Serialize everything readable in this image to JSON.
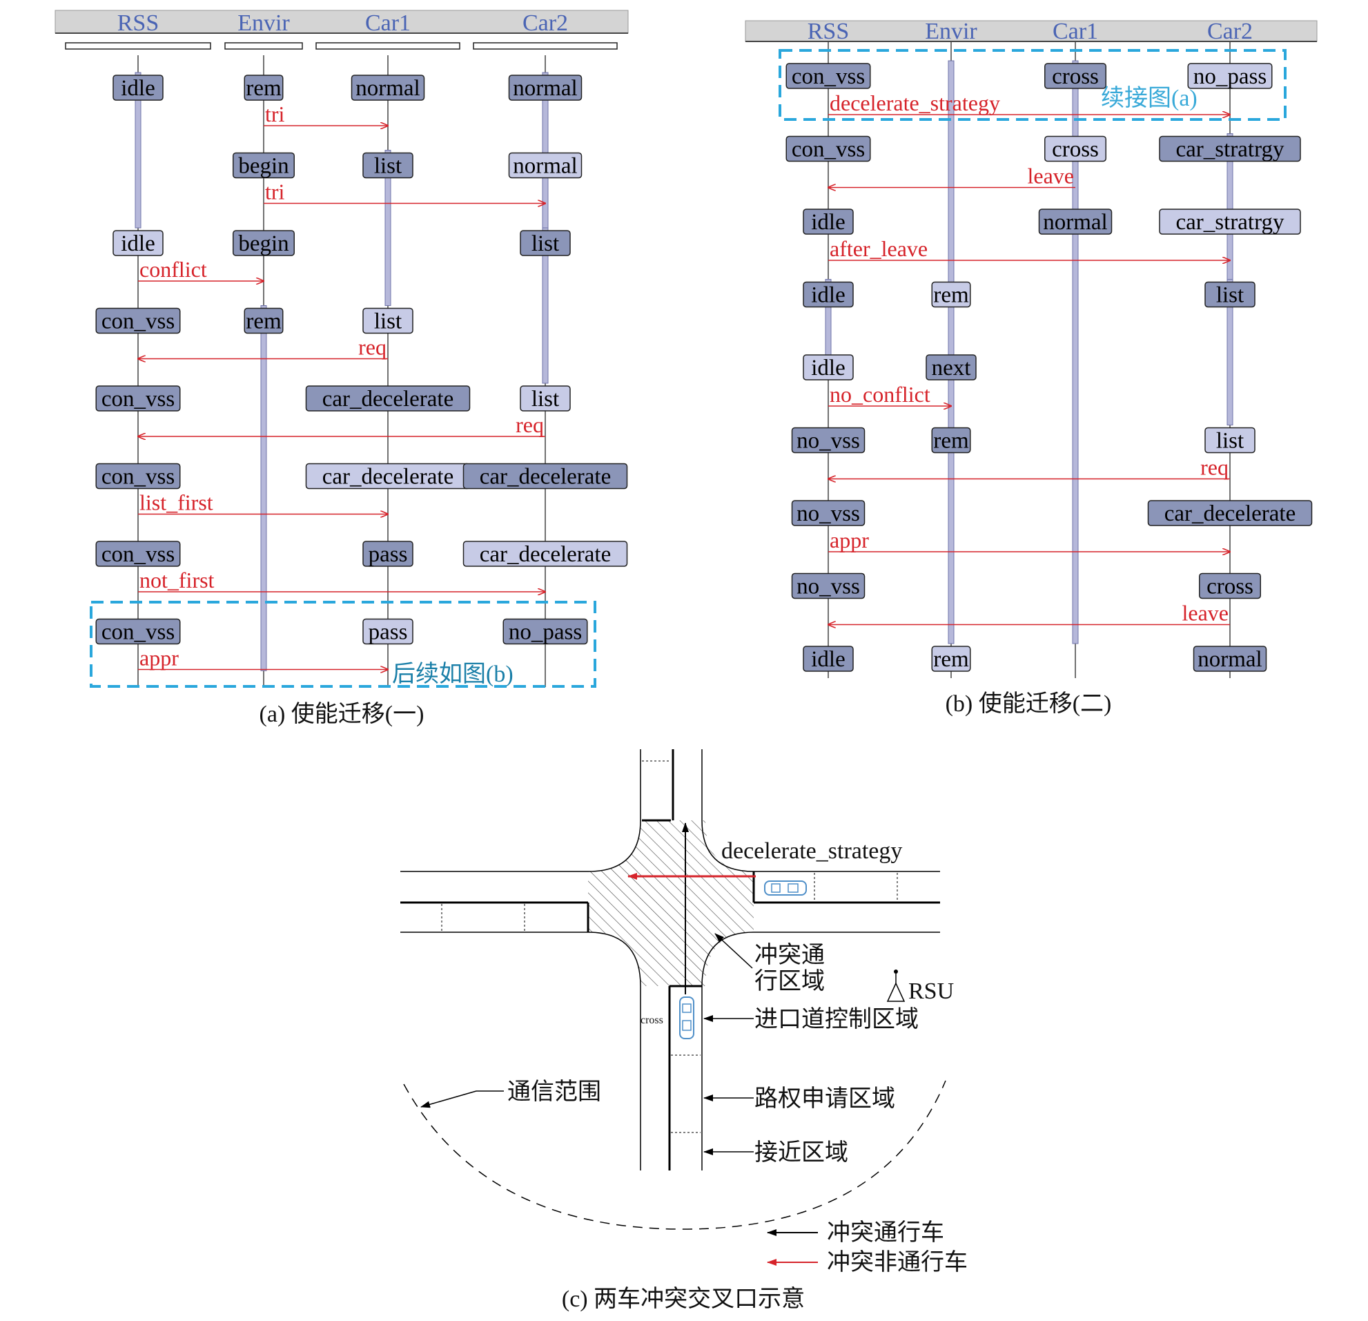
{
  "diagram_a": {
    "caption": "(a) 使能迁移(一)",
    "lanes": [
      "RSS",
      "Envir",
      "Car1",
      "Car2"
    ],
    "states": [
      {
        "lane": 0,
        "row": 0,
        "label": "idle",
        "style": "dark"
      },
      {
        "lane": 1,
        "row": 0,
        "label": "rem",
        "style": "dark"
      },
      {
        "lane": 2,
        "row": 0,
        "label": "normal",
        "style": "dark"
      },
      {
        "lane": 3,
        "row": 0,
        "label": "normal",
        "style": "dark"
      },
      {
        "lane": 1,
        "row": 1,
        "label": "begin",
        "style": "dark"
      },
      {
        "lane": 2,
        "row": 1,
        "label": "list",
        "style": "dark"
      },
      {
        "lane": 3,
        "row": 1,
        "label": "normal",
        "style": "light"
      },
      {
        "lane": 0,
        "row": 2,
        "label": "idle",
        "style": "light"
      },
      {
        "lane": 1,
        "row": 2,
        "label": "begin",
        "style": "dark"
      },
      {
        "lane": 3,
        "row": 2,
        "label": "list",
        "style": "dark"
      },
      {
        "lane": 0,
        "row": 3,
        "label": "con_vss",
        "style": "dark"
      },
      {
        "lane": 1,
        "row": 3,
        "label": "rem",
        "style": "dark"
      },
      {
        "lane": 2,
        "row": 3,
        "label": "list",
        "style": "light"
      },
      {
        "lane": 0,
        "row": 4,
        "label": "con_vss",
        "style": "dark"
      },
      {
        "lane": 2,
        "row": 4,
        "label": "car_decelerate",
        "style": "dark"
      },
      {
        "lane": 3,
        "row": 4,
        "label": "list",
        "style": "light"
      },
      {
        "lane": 0,
        "row": 5,
        "label": "con_vss",
        "style": "dark"
      },
      {
        "lane": 2,
        "row": 5,
        "label": "car_decelerate",
        "style": "light"
      },
      {
        "lane": 3,
        "row": 5,
        "label": "car_decelerate",
        "style": "dark"
      },
      {
        "lane": 0,
        "row": 6,
        "label": "con_vss",
        "style": "dark"
      },
      {
        "lane": 2,
        "row": 6,
        "label": "pass",
        "style": "dark"
      },
      {
        "lane": 3,
        "row": 6,
        "label": "car_decelerate",
        "style": "light"
      },
      {
        "lane": 0,
        "row": 7,
        "label": "con_vss",
        "style": "dark"
      },
      {
        "lane": 2,
        "row": 7,
        "label": "pass",
        "style": "light"
      },
      {
        "lane": 3,
        "row": 7,
        "label": "no_pass",
        "style": "dark"
      }
    ],
    "messages": [
      {
        "row": 0,
        "from": 1,
        "to": 2,
        "label": "tri"
      },
      {
        "row": 1,
        "from": 1,
        "to": 3,
        "label": "tri"
      },
      {
        "row": 2,
        "from": 0,
        "to": 1,
        "label": "conflict"
      },
      {
        "row": 3,
        "from": 2,
        "to": 0,
        "label": "req"
      },
      {
        "row": 4,
        "from": 3,
        "to": 0,
        "label": "req"
      },
      {
        "row": 5,
        "from": 0,
        "to": 2,
        "label": "list_first"
      },
      {
        "row": 6,
        "from": 0,
        "to": 3,
        "label": "not_first"
      },
      {
        "row": 7,
        "from": 0,
        "to": 2,
        "label": "appr"
      }
    ],
    "note": "后续如图(b)"
  },
  "diagram_b": {
    "caption": "(b) 使能迁移(二)",
    "lanes": [
      "RSS",
      "Envir",
      "Car1",
      "Car2"
    ],
    "states": [
      {
        "lane": 0,
        "row": 0,
        "label": "con_vss",
        "style": "dark"
      },
      {
        "lane": 2,
        "row": 0,
        "label": "cross",
        "style": "dark"
      },
      {
        "lane": 3,
        "row": 0,
        "label": "no_pass",
        "style": "light"
      },
      {
        "lane": 0,
        "row": 1,
        "label": "con_vss",
        "style": "dark"
      },
      {
        "lane": 2,
        "row": 1,
        "label": "cross",
        "style": "light"
      },
      {
        "lane": 3,
        "row": 1,
        "label": "car_stratrgy",
        "style": "dark"
      },
      {
        "lane": 0,
        "row": 2,
        "label": "idle",
        "style": "dark"
      },
      {
        "lane": 2,
        "row": 2,
        "label": "normal",
        "style": "dark"
      },
      {
        "lane": 3,
        "row": 2,
        "label": "car_stratrgy",
        "style": "light"
      },
      {
        "lane": 0,
        "row": 3,
        "label": "idle",
        "style": "dark"
      },
      {
        "lane": 1,
        "row": 3,
        "label": "rem",
        "style": "light"
      },
      {
        "lane": 3,
        "row": 3,
        "label": "list",
        "style": "dark"
      },
      {
        "lane": 0,
        "row": 4,
        "label": "idle",
        "style": "light"
      },
      {
        "lane": 1,
        "row": 4,
        "label": "next",
        "style": "dark"
      },
      {
        "lane": 0,
        "row": 5,
        "label": "no_vss",
        "style": "dark"
      },
      {
        "lane": 1,
        "row": 5,
        "label": "rem",
        "style": "dark"
      },
      {
        "lane": 3,
        "row": 5,
        "label": "list",
        "style": "light"
      },
      {
        "lane": 0,
        "row": 6,
        "label": "no_vss",
        "style": "dark"
      },
      {
        "lane": 3,
        "row": 6,
        "label": "car_decelerate",
        "style": "dark"
      },
      {
        "lane": 0,
        "row": 7,
        "label": "no_vss",
        "style": "dark"
      },
      {
        "lane": 3,
        "row": 7,
        "label": "cross",
        "style": "dark"
      },
      {
        "lane": 0,
        "row": 8,
        "label": "idle",
        "style": "dark"
      },
      {
        "lane": 1,
        "row": 8,
        "label": "rem",
        "style": "light"
      },
      {
        "lane": 3,
        "row": 8,
        "label": "normal",
        "style": "dark"
      }
    ],
    "messages": [
      {
        "row": 0,
        "from": 0,
        "to": 3,
        "label": "decelerate_strategy"
      },
      {
        "row": 1,
        "from": 2,
        "to": 0,
        "label": "leave"
      },
      {
        "row": 2,
        "from": 0,
        "to": 3,
        "label": "after_leave"
      },
      {
        "row": 4,
        "from": 0,
        "to": 1,
        "label": "no_conflict"
      },
      {
        "row": 5,
        "from": 3,
        "to": 0,
        "label": "req"
      },
      {
        "row": 6,
        "from": 0,
        "to": 3,
        "label": "appr"
      },
      {
        "row": 7,
        "from": 3,
        "to": 0,
        "label": "leave"
      }
    ],
    "note": "续接图(a)"
  },
  "diagram_c": {
    "caption": "(c) 两车冲突交叉口示意",
    "strategy_label": "decelerate_strategy",
    "cross_label": "cross",
    "labels": {
      "conflict_zone": [
        "冲突通",
        "行区域"
      ],
      "rsu": "RSU",
      "entry_control": "进口道控制区域",
      "comm_range": "通信范围",
      "right_of_way": "路权申请区域",
      "approach": "接近区域"
    },
    "legend": [
      {
        "label": "冲突通行车",
        "color": "#000000"
      },
      {
        "label": "冲突非通行车",
        "color": "#d6232a"
      }
    ]
  },
  "colors": {
    "dark_state": "#8b95b8",
    "light_state": "#c7cbe6",
    "lifeline": "#b6b8da",
    "message": "#d6232a",
    "dash": "#2aa7dc",
    "header_bg": "#d4d4d4"
  }
}
